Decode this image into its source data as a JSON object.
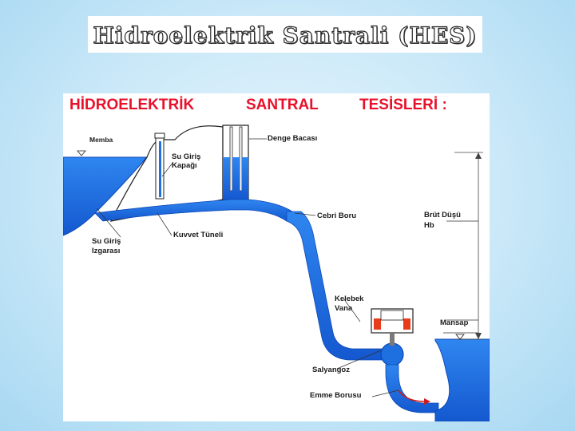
{
  "slide": {
    "title": "Hidroelektrik Santrali (HES)"
  },
  "diagram": {
    "heading_parts": [
      "HİDROELEKTRİK",
      "SANTRAL",
      "TESİSLERİ :"
    ],
    "labels": {
      "memba": "Memba",
      "su_giris_kapagi_1": "Su Giriş",
      "su_giris_kapagi_2": "Kapağı",
      "denge_bacasi": "Denge Bacası",
      "cebri_boru": "Cebri Boru",
      "brut_dusu_1": "Brüt Düşü",
      "brut_dusu_2": "Hb",
      "su_giris_izgarasi_1": "Su Giriş",
      "su_giris_izgarasi_2": "Izgarası",
      "kuvvet_tuneli": "Kuvvet Tüneli",
      "kelebek_vana_1": "Kelebek",
      "kelebek_vana_2": "Vana",
      "mansap": "Mansap",
      "salyangoz": "Salyangoz",
      "emme_borusu": "Emme Borusu"
    },
    "colors": {
      "water": "#1e6fe0",
      "water_dark": "#0c49b8",
      "heading": "#e8112b"
    }
  }
}
